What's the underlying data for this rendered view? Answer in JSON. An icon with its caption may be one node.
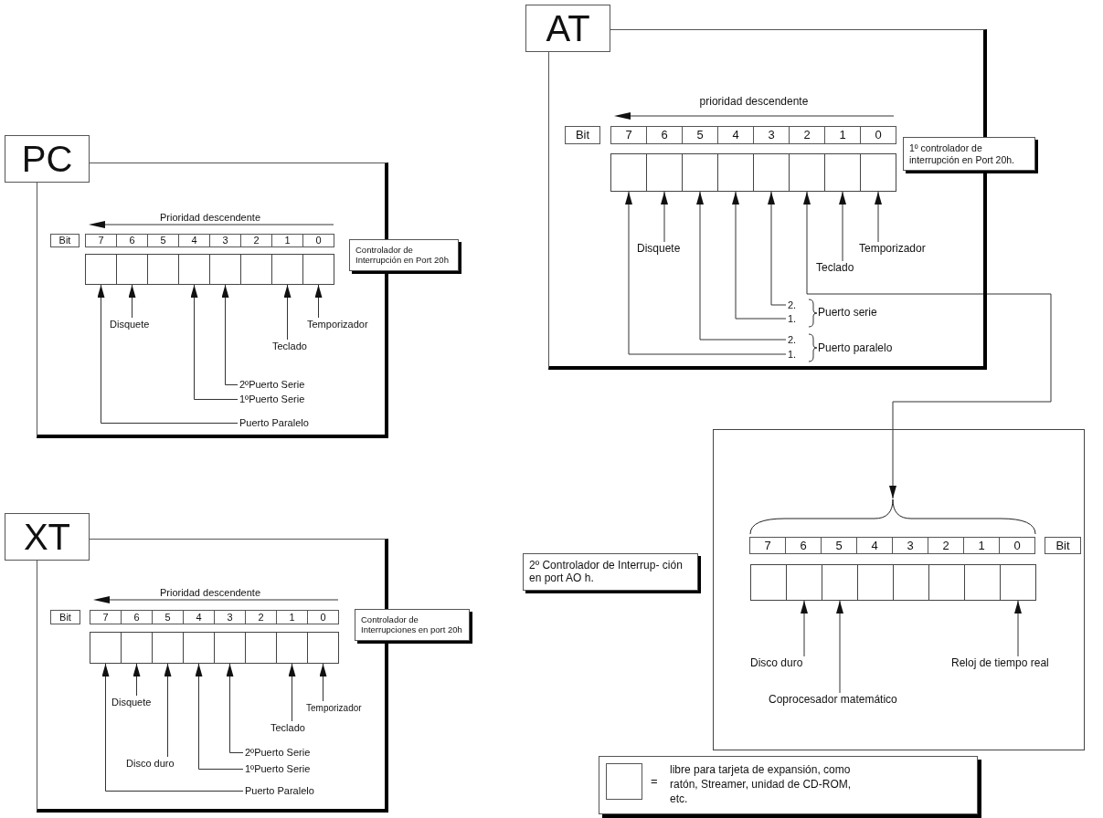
{
  "diagram": {
    "nodes": [
      {
        "text": [
          "PC"
        ]
      },
      {
        "text": [],
        "shape": "box",
        "in": 0
      },
      {
        "text": [],
        "shape": "box",
        "in": 0
      },
      {
        "text": [],
        "shape": "box",
        "in": 0
      },
      {
        "text": [],
        "shape": "box",
        "in": 0
      },
      {
        "text": [],
        "shape": "box",
        "in": 0
      },
      {
        "text": [],
        "shape": "box",
        "in": 0
      },
      {
        "text": [],
        "shape": "box",
        "in": 0
      },
      {
        "text": [],
        "shape": "box",
        "in": 0
      },
      {
        "text": [
          "Controlador de Interrupción en Port 20h"
        ]
      },
      {
        "text": [
          "Disquete"
        ],
        "in": 0
      },
      {
        "text": [
          "Teclado"
        ],
        "in": 0
      },
      {
        "text": [
          "Temporizador"
        ],
        "in": 0
      },
      {
        "text": [
          "2ºPuerto Serie"
        ],
        "in": 0
      },
      {
        "text": [
          "1ºPuerto Serie"
        ],
        "in": 0
      },
      {
        "text": [
          "Puerto Paralelo"
        ],
        "in": 0
      },
      {
        "text": [
          "XT"
        ]
      },
      {
        "text": [],
        "shape": "box",
        "in": 16
      },
      {
        "text": [],
        "shape": "box",
        "in": 16
      },
      {
        "text": [],
        "shape": "box",
        "in": 16
      },
      {
        "text": [],
        "shape": "box",
        "in": 16
      },
      {
        "text": [],
        "shape": "box",
        "in": 16
      },
      {
        "text": [],
        "shape": "box",
        "in": 16
      },
      {
        "text": [],
        "shape": "box",
        "in": 16
      },
      {
        "text": [],
        "shape": "box",
        "in": 16
      },
      {
        "text": [
          "Controlador de Interrupciones en port 20h"
        ]
      },
      {
        "text": [
          "Disquete"
        ],
        "in": 16
      },
      {
        "text": [
          "Disco duro"
        ],
        "in": 16
      },
      {
        "text": [
          "Teclado"
        ],
        "in": 16
      },
      {
        "text": [
          "Temporizador"
        ],
        "in": 16
      },
      {
        "text": [
          "2ºPuerto Serie"
        ],
        "in": 16
      },
      {
        "text": [
          "1ºPuerto Serie"
        ],
        "in": 16
      },
      {
        "text": [
          "Puerto Paralelo"
        ],
        "in": 16
      },
      {
        "text": [
          "AT"
        ]
      },
      {
        "text": [],
        "shape": "box",
        "in": 33
      },
      {
        "text": [],
        "shape": "box",
        "in": 33
      },
      {
        "text": [],
        "shape": "box",
        "in": 33
      },
      {
        "text": [],
        "shape": "box",
        "in": 33
      },
      {
        "text": [],
        "shape": "box",
        "in": 33
      },
      {
        "text": [],
        "shape": "box",
        "in": 33
      },
      {
        "text": [],
        "shape": "box",
        "in": 33
      },
      {
        "text": [],
        "shape": "box",
        "in": 33
      },
      {
        "text": [
          "1º controlador de interrupción en Port 20h."
        ]
      },
      {
        "text": [
          "Disquete"
        ],
        "in": 33
      },
      {
        "text": [
          "Teclado"
        ],
        "in": 33
      },
      {
        "text": [
          "Temporizador"
        ],
        "in": 33
      },
      {
        "text": [
          "2."
        ],
        "in": 33
      },
      {
        "text": [
          "1."
        ],
        "in": 33
      },
      {
        "text": [
          "2."
        ],
        "in": 33
      },
      {
        "text": [
          "1."
        ],
        "in": 33
      },
      {
        "text": [],
        "shape": "box"
      },
      {
        "text": [],
        "shape": "brace",
        "in": 50
      },
      {
        "text": [],
        "shape": "box",
        "in": 50
      },
      {
        "text": [],
        "shape": "box",
        "in": 50
      },
      {
        "text": [],
        "shape": "box",
        "in": 50
      },
      {
        "text": [],
        "shape": "box",
        "in": 50
      },
      {
        "text": [],
        "shape": "box",
        "in": 50
      },
      {
        "text": [],
        "shape": "box",
        "in": 50
      },
      {
        "text": [],
        "shape": "box",
        "in": 50
      },
      {
        "text": [],
        "shape": "box",
        "in": 50
      },
      {
        "text": [
          "2º Controlador de Interrup- ción en port AO h."
        ]
      },
      {
        "text": [
          "Disco duro"
        ],
        "in": 50
      },
      {
        "text": [
          "Coprocesador matemático"
        ],
        "in": 50
      },
      {
        "text": [
          "Reloj de tiempo real"
        ],
        "in": 50
      }
    ],
    "edges": [
      {
        "from": 10,
        "to": 2,
        "arrow": "to"
      },
      {
        "from": 11,
        "to": 7,
        "arrow": "to"
      },
      {
        "from": 12,
        "to": 8,
        "arrow": "to"
      },
      {
        "from": 13,
        "to": 5,
        "arrow": "to"
      },
      {
        "from": 14,
        "to": 4,
        "arrow": "to"
      },
      {
        "from": 15,
        "to": 1,
        "arrow": "to"
      },
      {
        "from": 26,
        "to": 18,
        "arrow": "to"
      },
      {
        "from": 27,
        "to": 19,
        "arrow": "to"
      },
      {
        "from": 28,
        "to": 23,
        "arrow": "to"
      },
      {
        "from": 29,
        "to": 24,
        "arrow": "to"
      },
      {
        "from": 30,
        "to": 21,
        "arrow": "to"
      },
      {
        "from": 31,
        "to": 20,
        "arrow": "to"
      },
      {
        "from": 32,
        "to": 17,
        "arrow": "to"
      },
      {
        "from": 43,
        "to": 35,
        "arrow": "to"
      },
      {
        "from": 44,
        "to": 40,
        "arrow": "to"
      },
      {
        "from": 45,
        "to": 41,
        "arrow": "to"
      },
      {
        "from": 46,
        "to": 38,
        "arrow": "to"
      },
      {
        "from": 47,
        "to": 37,
        "arrow": "to"
      },
      {
        "from": 48,
        "to": 36,
        "arrow": "to"
      },
      {
        "from": 49,
        "to": 34,
        "arrow": "to"
      },
      {
        "from": 51,
        "to": 39,
        "arrow": "both"
      },
      {
        "from": 61,
        "to": 53,
        "arrow": "to"
      },
      {
        "from": 62,
        "to": 54,
        "arrow": "to"
      },
      {
        "from": 63,
        "to": 59,
        "arrow": "to"
      }
    ],
    "labels": [
      "Prioridad descendente",
      "Bit",
      "7",
      "6",
      "5",
      "4",
      "3",
      "2",
      "1",
      "0",
      "Prioridad descendente",
      "Bit",
      "7",
      "6",
      "5",
      "4",
      "3",
      "2",
      "1",
      "0",
      "prioridad descendente",
      "Bit",
      "7",
      "6",
      "5",
      "4",
      "3",
      "2",
      "1",
      "0",
      "Puerto serie",
      "Puerto paralelo",
      "7",
      "6",
      "5",
      "4",
      "3",
      "2",
      "1",
      "0",
      "Bit",
      "="
    ],
    "legend": [
      {
        "text": "libre para tarjeta de expansión, como ratón, Streamer, unidad de CD-ROM, etc.",
        "color": "#ffffff"
      }
    ]
  }
}
